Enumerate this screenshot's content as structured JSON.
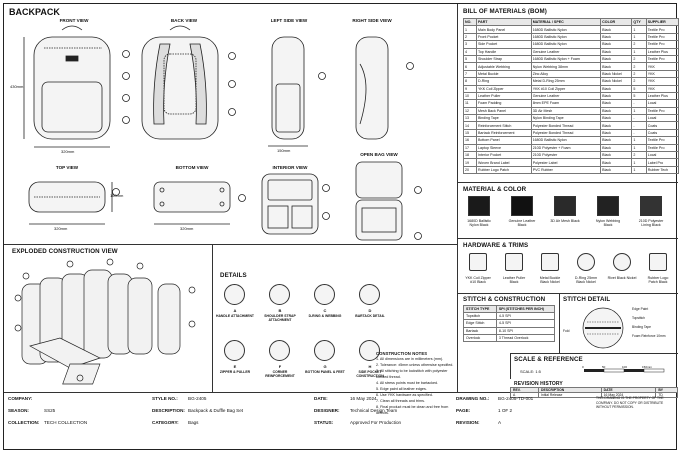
{
  "title": "BACKPACK",
  "views": {
    "front": "FRONT VIEW",
    "back": "BACK VIEW",
    "left": "LEFT SIDE VIEW",
    "right": "RIGHT SIDE VIEW",
    "top": "TOP VIEW",
    "bottom": "BOTTOM VIEW",
    "interior": "INTERIOR VIEW",
    "open": "OPEN BAG VIEW",
    "exploded": "EXPLODED CONSTRUCTION VIEW"
  },
  "dims": {
    "height": "430mm",
    "width": "320mm",
    "depth": "150mm",
    "top_depth": "150mm",
    "top_width": "320mm",
    "bottom_width": "320mm"
  },
  "bom": {
    "title": "BILL OF MATERIALS (BOM)",
    "headers": [
      "NO.",
      "PART",
      "MATERIAL / SPEC",
      "COLOR",
      "QTY",
      "SUPPLIER"
    ],
    "rows": [
      [
        "1",
        "Main Body Panel",
        "1680D Ballistic Nylon",
        "Black",
        "1",
        "Textile Pro"
      ],
      [
        "2",
        "Front Pocket",
        "1680D Ballistic Nylon",
        "Black",
        "1",
        "Textile Pro"
      ],
      [
        "3",
        "Side Pocket",
        "1680D Ballistic Nylon",
        "Black",
        "2",
        "Textile Pro"
      ],
      [
        "4",
        "Top Handle",
        "Genuine Leather",
        "Black",
        "1",
        "Leather Plus"
      ],
      [
        "5",
        "Shoulder Strap",
        "1680D Ballistic Nylon + Foam",
        "Black",
        "2",
        "Textile Pro"
      ],
      [
        "6",
        "Adjustable Webbing",
        "Nylon Webbing 38mm",
        "Black",
        "2",
        "YKK"
      ],
      [
        "7",
        "Metal Buckle",
        "Zinc Alloy",
        "Black Nickel",
        "2",
        "YKK"
      ],
      [
        "8",
        "D-Ring",
        "Metal D-Ring 25mm",
        "Black Nickel",
        "2",
        "YKK"
      ],
      [
        "9",
        "YKK Coil Zipper",
        "YKK #10 Coil Zipper",
        "Black",
        "5",
        "YKK"
      ],
      [
        "10",
        "Leather Puller",
        "Genuine Leather",
        "Black",
        "5",
        "Leather Plus"
      ],
      [
        "11",
        "Foam Padding",
        "8mm EPE Foam",
        "Black",
        "-",
        "Local"
      ],
      [
        "12",
        "Mesh Back Panel",
        "3D Air Mesh",
        "Black",
        "1",
        "Textile Pro"
      ],
      [
        "13",
        "Binding Tape",
        "Nylon Binding Tape",
        "Black",
        "-",
        "Local"
      ],
      [
        "14",
        "Reinforcement Stitch",
        "Polyester Bonded Thread",
        "Black",
        "-",
        "Coats"
      ],
      [
        "15",
        "Bartack Reinforcement",
        "Polyester Bonded Thread",
        "Black",
        "-",
        "Coats"
      ],
      [
        "16",
        "Bottom Panel",
        "1680D Ballistic Nylon",
        "Black",
        "1",
        "Textile Pro"
      ],
      [
        "17",
        "Laptop Sleeve",
        "210D Polyester + Foam",
        "Black",
        "1",
        "Textile Pro"
      ],
      [
        "18",
        "Interior Pocket",
        "210D Polyester",
        "Black",
        "2",
        "Local"
      ],
      [
        "19",
        "Woven Brand Label",
        "Polyester Label",
        "Black",
        "1",
        "Label Pro"
      ],
      [
        "20",
        "Rubber Logo Patch",
        "PVC Rubber",
        "Black",
        "1",
        "Rubber Tech"
      ]
    ]
  },
  "materials": {
    "title": "MATERIAL & COLOR",
    "items": [
      "1680D Ballistic Nylon Black",
      "Genuine Leather Black",
      "3D Air Mesh Black",
      "Nylon Webbing Black",
      "210D Polyester Lining Black"
    ]
  },
  "hardware": {
    "title": "HARDWARE & TRIMS",
    "items": [
      "YKK Coil Zipper #10 Black",
      "Leather Puller Black",
      "Metal Buckle Black Nickel",
      "D-Ring 25mm Black Nickel",
      "Rivet Black Nickel",
      "Rubber Logo Patch Black"
    ]
  },
  "stitch": {
    "title": "STITCH & CONSTRUCTION",
    "headers": [
      "STITCH TYPE",
      "SPI (STITCHES PER INCH)"
    ],
    "rows": [
      [
        "Topstitch",
        "4-5 SPI"
      ],
      [
        "Edge Stitch",
        "4-5 SPI"
      ],
      [
        "Bartack",
        "8-10 SPI"
      ],
      [
        "Overlock",
        "3 Thread Overlock"
      ]
    ]
  },
  "stitch_detail": {
    "title": "STITCH DETAIL",
    "labels": [
      "Edge Paint",
      "Topstitch",
      "Binding Tape",
      "Foam Reinforce 10mm",
      "Fold"
    ]
  },
  "details": {
    "title": "DETAILS",
    "items": [
      {
        "letter": "A",
        "label": "HANDLE ATTACHMENT"
      },
      {
        "letter": "B",
        "label": "SHOULDER STRAP ATTACHMENT"
      },
      {
        "letter": "C",
        "label": "D-RING & WEBBING"
      },
      {
        "letter": "D",
        "label": "BARTACK DETAIL"
      },
      {
        "letter": "E",
        "label": "ZIPPER & PULLER"
      },
      {
        "letter": "F",
        "label": "CORNER REINFORCEMENT"
      },
      {
        "letter": "G",
        "label": "BOTTOM PANEL & FEET"
      },
      {
        "letter": "H",
        "label": "SIDE POCKET CONSTRUCTION"
      }
    ]
  },
  "notes": {
    "title": "CONSTRUCTION NOTES",
    "items": [
      "1. All dimensions are in millimeters (mm).",
      "2. Tolerance: ±5mm unless otherwise specified.",
      "3. All stitching to be lockstitch with polyester bonded thread.",
      "4. All stress points must be bartacked.",
      "5. Edge paint all leather edges.",
      "6. Use YKK hardware as specified.",
      "7. Clean all threads and trims.",
      "8. Final product must be clean and free from defects."
    ]
  },
  "scale": {
    "title": "SCALE & REFERENCE",
    "value": "SCALE: 1:5",
    "ticks": [
      "0",
      "50",
      "100",
      "150mm"
    ]
  },
  "revision": {
    "title": "REVISION HISTORY",
    "headers": [
      "REV.",
      "DESCRIPTION",
      "DATE",
      "BY"
    ],
    "row": [
      "A",
      "Initial Release",
      "16 May 2024",
      "TD"
    ]
  },
  "title_block": {
    "company_l": "COMPANY:",
    "season_l": "SEASON:",
    "season": "SS25",
    "collection_l": "COLLECTION:",
    "collection": "TECH COLLECTION",
    "style_l": "STYLE NO.:",
    "style": "BG-2405",
    "desc_l": "DESCRIPTION:",
    "desc": "Backpack & Duffle Bag Set",
    "cat_l": "CATEGORY:",
    "cat": "Bags",
    "date_l": "DATE:",
    "date": "16 May 2024",
    "designer_l": "DESIGNER:",
    "designer": "Technical Design Team",
    "status_l": "STATUS:",
    "status": "Approved For Production",
    "drawing_l": "DRAWING NO.:",
    "drawing": "BG-2405-TD-001",
    "page_l": "PAGE:",
    "page": "1 OF 2",
    "rev_l": "REVISION:",
    "rev": "A",
    "disclaimer": "THIS DRAWING IS THE PROPERTY OF THE COMPANY. DO NOT COPY OR DISTRIBUTE WITHOUT PERMISSION."
  },
  "callouts": [
    "1",
    "2",
    "3",
    "4",
    "5",
    "6",
    "7",
    "8",
    "9",
    "10",
    "11",
    "12",
    "13",
    "14",
    "15",
    "16",
    "17",
    "18",
    "19",
    "20"
  ]
}
